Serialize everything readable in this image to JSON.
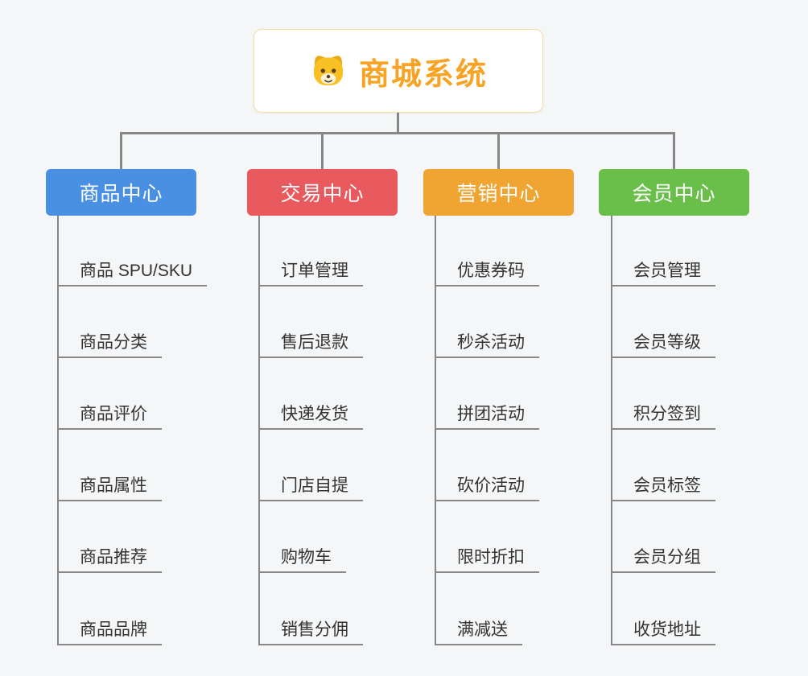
{
  "root": {
    "title": "商城系统",
    "icon": "dog-icon",
    "title_color": "#f7a426",
    "border_color": "#f8d9a2"
  },
  "colors": {
    "line": "#878787",
    "child_text": "#333333",
    "background": "#f5f6f7"
  },
  "branches": [
    {
      "label": "商品中心",
      "color": "#4a90e2",
      "children": [
        "商品 SPU/SKU",
        "商品分类",
        "商品评价",
        "商品属性",
        "商品推荐",
        "商品品牌"
      ]
    },
    {
      "label": "交易中心",
      "color": "#e85a5e",
      "children": [
        "订单管理",
        "售后退款",
        "快递发货",
        "门店自提",
        "购物车",
        "销售分佣"
      ]
    },
    {
      "label": "营销中心",
      "color": "#f0a532",
      "children": [
        "优惠券码",
        "秒杀活动",
        "拼团活动",
        "砍价活动",
        "限时折扣",
        "满减送"
      ]
    },
    {
      "label": "会员中心",
      "color": "#6abf4a",
      "children": [
        "会员管理",
        "会员等级",
        "积分签到",
        "会员标签",
        "会员分组",
        "收货地址"
      ]
    }
  ]
}
